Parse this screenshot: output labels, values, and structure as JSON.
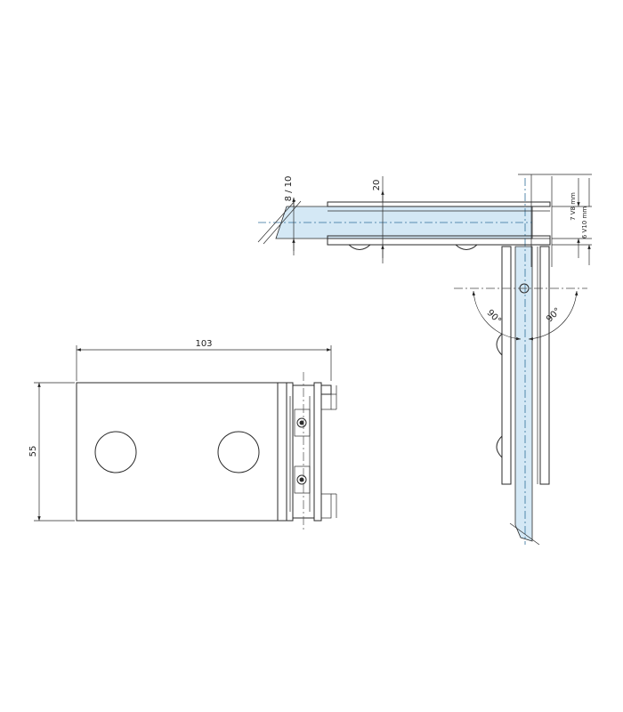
{
  "dimensions": {
    "width": "103",
    "height": "55",
    "glass_thickness": "8 / 10",
    "body_thickness": "20",
    "offset_v8": "7 V8 mm",
    "offset_v10": "6 V10 mm",
    "angle_left": "90°",
    "angle_right": "90°"
  },
  "colors": {
    "glass": "#d4e8f5",
    "line": "#2a2a2a"
  }
}
